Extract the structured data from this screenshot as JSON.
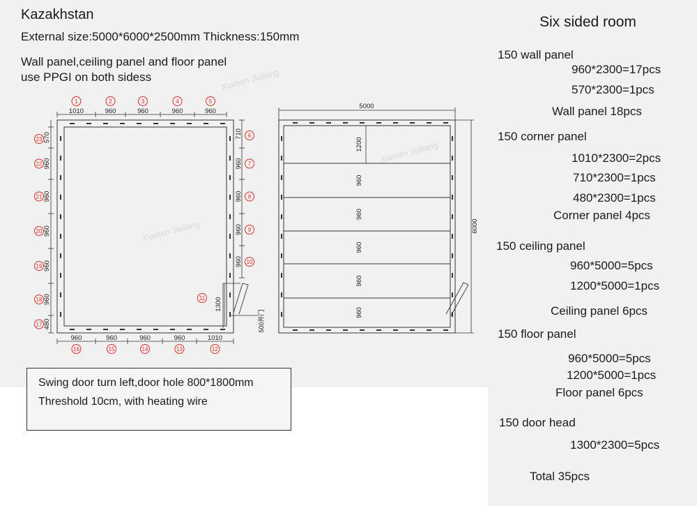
{
  "header": {
    "country": "Kazakhstan",
    "spec": "External size:5000*6000*2500mm Thickness:150mm",
    "material_line1": "Wall panel,ceiling panel and floor panel",
    "material_line2": "use PPGI on both sidess"
  },
  "watermark": "Xiamen Jialiang",
  "plan_left": {
    "top_dims": [
      {
        "num": "1",
        "dim": "1010"
      },
      {
        "num": "2",
        "dim": "960"
      },
      {
        "num": "3",
        "dim": "960"
      },
      {
        "num": "4",
        "dim": "960"
      },
      {
        "num": "5",
        "dim": "960"
      }
    ],
    "bottom_dims": [
      {
        "num": "16",
        "dim": "960"
      },
      {
        "num": "15",
        "dim": "960"
      },
      {
        "num": "14",
        "dim": "960"
      },
      {
        "num": "13",
        "dim": "960"
      },
      {
        "num": "12",
        "dim": "1010"
      }
    ],
    "left_dims": [
      {
        "num": "23",
        "dim": "570"
      },
      {
        "num": "22",
        "dim": "960"
      },
      {
        "num": "21",
        "dim": "960"
      },
      {
        "num": "20",
        "dim": "960"
      },
      {
        "num": "19",
        "dim": "960"
      },
      {
        "num": "18",
        "dim": "960"
      },
      {
        "num": "17",
        "dim": "480"
      }
    ],
    "right_dims": [
      {
        "num": "6",
        "dim": "710"
      },
      {
        "num": "7",
        "dim": "960"
      },
      {
        "num": "8",
        "dim": "960"
      },
      {
        "num": "9",
        "dim": "960"
      },
      {
        "num": "10",
        "dim": "960"
      }
    ],
    "door": {
      "num": "11",
      "dim": "1300",
      "threshold": "500开门"
    }
  },
  "plan_right": {
    "width": "5000",
    "height": "6000",
    "strip_dims": [
      "1200",
      "960",
      "960",
      "960",
      "960",
      "960"
    ]
  },
  "notes": {
    "line1": "Swing door turn left,door hole 800*1800mm",
    "line2": "Threshold 10cm, with heating wire"
  },
  "summary": {
    "title": "Six sided room",
    "wall_title": "150 wall panel",
    "wall_1": "960*2300=17pcs",
    "wall_2": "570*2300=1pcs",
    "wall_total": "Wall panel 18pcs",
    "corner_title": "150 corner panel",
    "corner_1": "1010*2300=2pcs",
    "corner_2": "710*2300=1pcs",
    "corner_3": "480*2300=1pcs",
    "corner_total": "Corner panel 4pcs",
    "ceiling_title": "150 ceiling panel",
    "ceiling_1": "960*5000=5pcs",
    "ceiling_2": "1200*5000=1pcs",
    "ceiling_total": "Ceiling panel 6pcs",
    "floor_title": "150 floor panel",
    "floor_1": "960*5000=5pcs",
    "floor_2": "1200*5000=1pcs",
    "floor_total": "Floor panel 6pcs",
    "door_title": "150 door head",
    "door_1": "1300*2300=5pcs",
    "total": "Total 35pcs"
  }
}
